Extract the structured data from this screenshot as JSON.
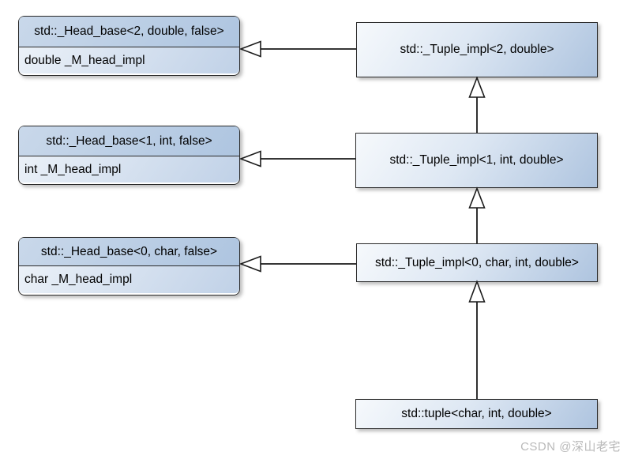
{
  "diagram": {
    "type": "uml-class-diagram",
    "classes": {
      "head_base_2": {
        "title": "std::_Head_base<2, double, false>",
        "attribute": "double _M_head_impl"
      },
      "head_base_1": {
        "title": "std::_Head_base<1, int, false>",
        "attribute": "int _M_head_impl"
      },
      "head_base_0": {
        "title": "std::_Head_base<0, char, false>",
        "attribute": "char _M_head_impl"
      },
      "tuple_impl_2": {
        "title": "std::_Tuple_impl<2, double>"
      },
      "tuple_impl_1": {
        "title": "std::_Tuple_impl<1, int, double>"
      },
      "tuple_impl_0": {
        "title": "std::_Tuple_impl<0, char, int, double>"
      },
      "tuple": {
        "title": "std::tuple<char, int, double>"
      }
    },
    "relationships": [
      {
        "from": "std::_Tuple_impl<2, double>",
        "to": "std::_Head_base<2, double, false>",
        "type": "inheritance"
      },
      {
        "from": "std::_Tuple_impl<1, int, double>",
        "to": "std::_Head_base<1, int, false>",
        "type": "inheritance"
      },
      {
        "from": "std::_Tuple_impl<1, int, double>",
        "to": "std::_Tuple_impl<2, double>",
        "type": "inheritance"
      },
      {
        "from": "std::_Tuple_impl<0, char, int, double>",
        "to": "std::_Head_base<0, char, false>",
        "type": "inheritance"
      },
      {
        "from": "std::_Tuple_impl<0, char, int, double>",
        "to": "std::_Tuple_impl<1, int, double>",
        "type": "inheritance"
      },
      {
        "from": "std::tuple<char, int, double>",
        "to": "std::_Tuple_impl<0, char, int, double>",
        "type": "inheritance"
      }
    ],
    "watermark": "CSDN @深山老宅",
    "colors": {
      "box_fill_light": "#f6f9fc",
      "box_fill_dark": "#aec4df",
      "title_fill": "#b7cbe3",
      "border": "#2a2a2a",
      "arrow_line": "#1a1a1a",
      "watermark_text": "#b9b9b9"
    }
  }
}
